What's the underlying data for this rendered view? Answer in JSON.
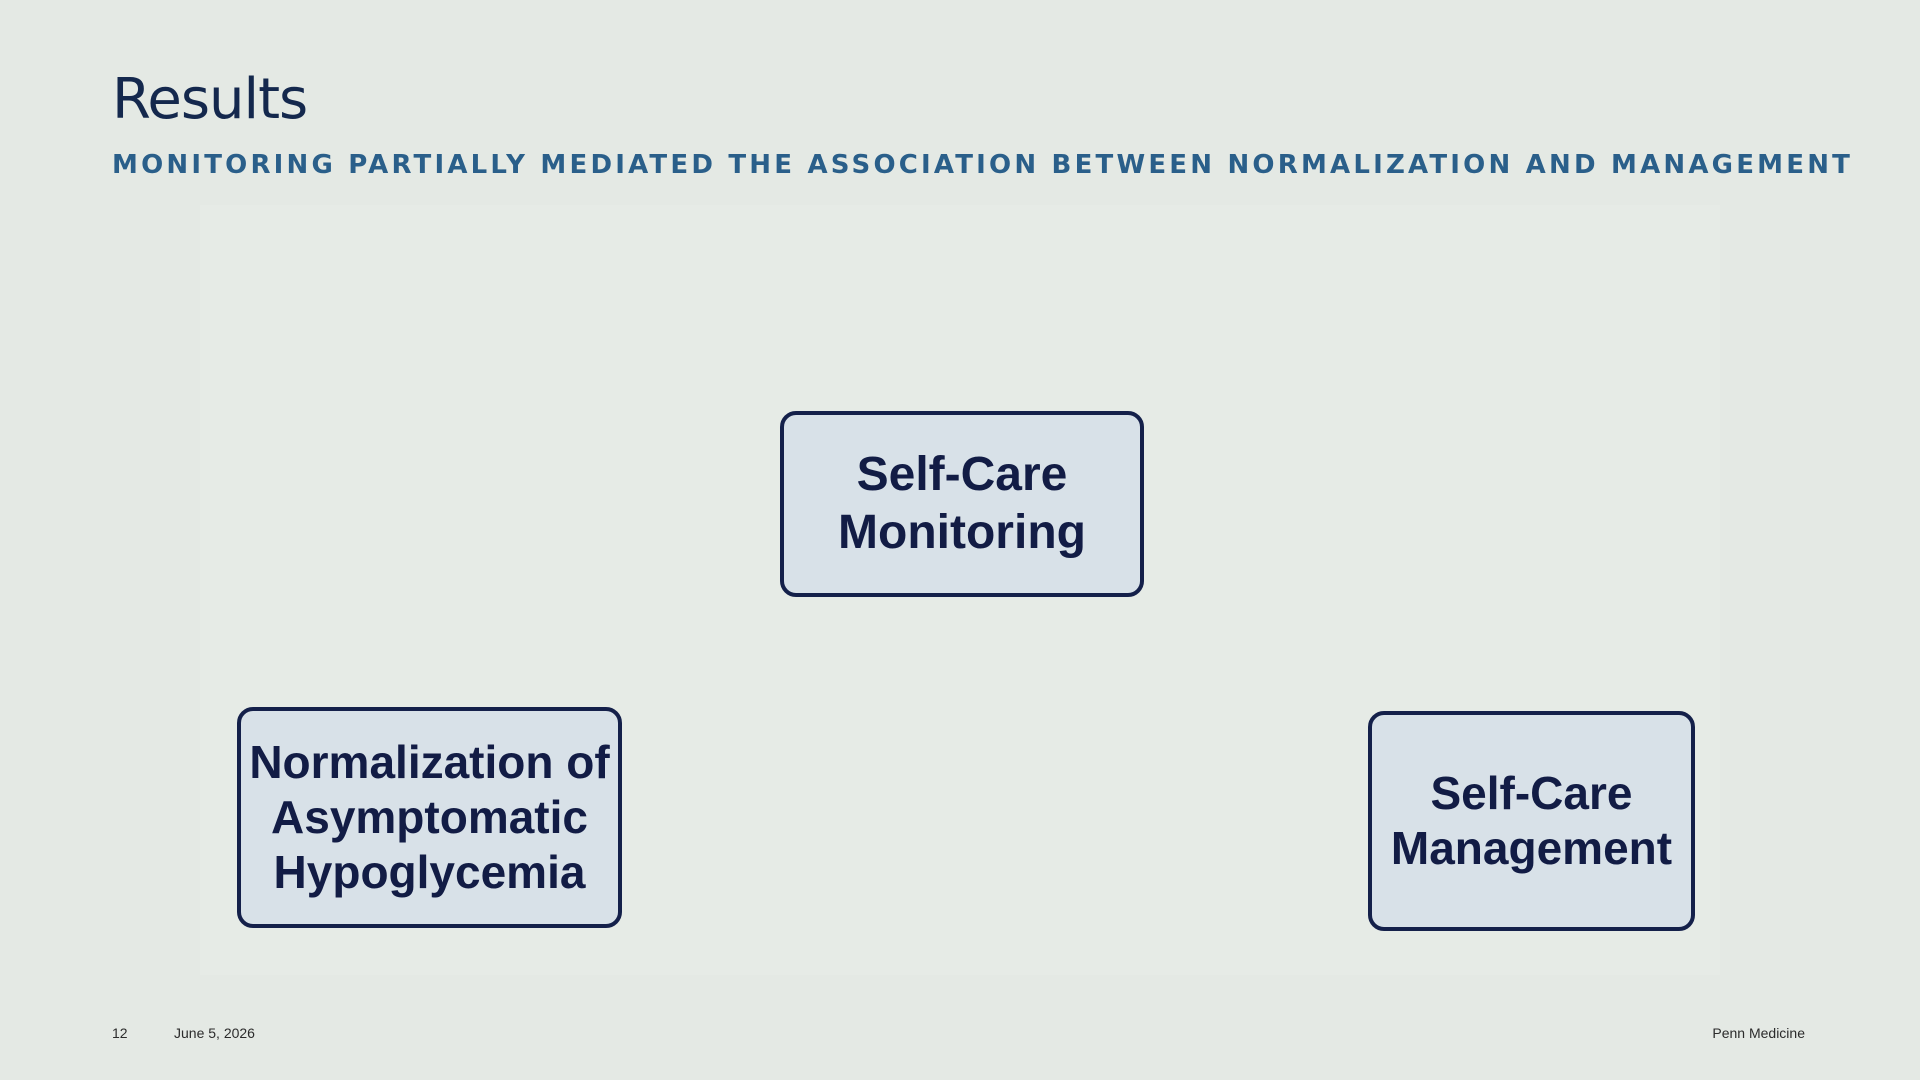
{
  "slide": {
    "title": "Results",
    "subtitle": "MONITORING PARTIALLY MEDIATED THE ASSOCIATION BETWEEN NORMALIZATION AND MANAGEMENT"
  },
  "diagram": {
    "nodes": {
      "monitoring": {
        "lines": [
          "Self-Care",
          "Monitoring"
        ]
      },
      "normalization": {
        "lines": [
          "Normalization of",
          "Asymptomatic",
          "Hypoglycemia"
        ]
      },
      "management": {
        "lines": [
          "Self-Care",
          "Management"
        ]
      }
    }
  },
  "footer": {
    "page_number": "12",
    "date": "June 5, 2026",
    "brand": "Penn Medicine"
  }
}
